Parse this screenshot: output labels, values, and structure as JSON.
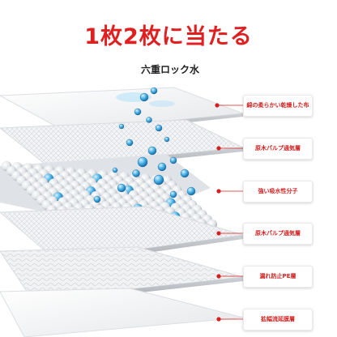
{
  "title": "1枚2枚に当たる",
  "subtitle": "六重ロック水",
  "layers": [
    {
      "label": "綿の柔らかい乾燥した布"
    },
    {
      "label": "原木パルプ通気層"
    },
    {
      "label": "強い吸水性分子"
    },
    {
      "label": "原木パルプ通気層"
    },
    {
      "label": "漏れ防止PE層"
    },
    {
      "label": "拡幅流延膜層"
    }
  ],
  "colors": {
    "title": "#e02020",
    "label_text": "#d42020",
    "marker": "#d42020",
    "droplet": "#3ea8e0"
  },
  "icons": [
    "water-droplet-icon",
    "marker-dot-icon"
  ]
}
